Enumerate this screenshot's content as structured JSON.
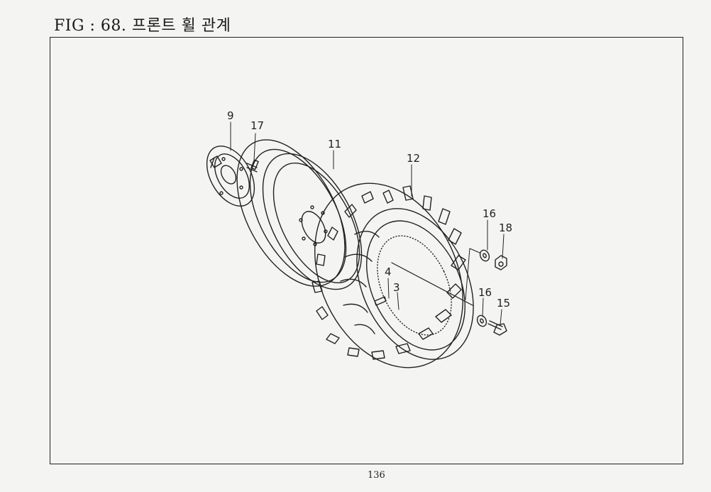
{
  "figure": {
    "title": "FIG : 68. 프론트 휠 관계"
  },
  "callouts": [
    {
      "id": "c9",
      "label": "9"
    },
    {
      "id": "c17",
      "label": "17"
    },
    {
      "id": "c11",
      "label": "11"
    },
    {
      "id": "c12",
      "label": "12"
    },
    {
      "id": "c16a",
      "label": "16"
    },
    {
      "id": "c18",
      "label": "18"
    },
    {
      "id": "c4",
      "label": "4"
    },
    {
      "id": "c3",
      "label": "3"
    },
    {
      "id": "c16b",
      "label": "16"
    },
    {
      "id": "c15",
      "label": "15"
    }
  ],
  "footer": {
    "page_number": "136"
  }
}
